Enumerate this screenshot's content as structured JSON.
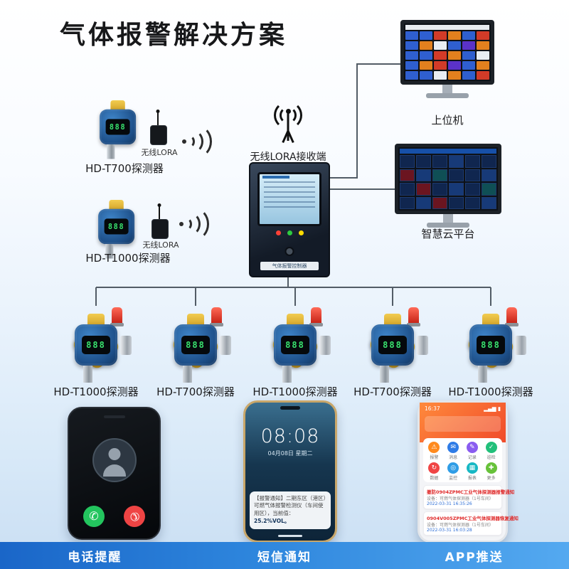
{
  "title": "气体报警解决方案",
  "monitors": {
    "host": "上位机",
    "cloud": "智慧云平台"
  },
  "receiver_label": "无线LORA接收端",
  "detector_display": "888",
  "cabinet_plate": "气体报警控制器",
  "left_detectors": [
    {
      "label": "HD-T700探测器",
      "lora": "无线LORA"
    },
    {
      "label": "HD-T1000探测器",
      "lora": "无线LORA"
    }
  ],
  "bottom_detectors": [
    {
      "label": "HD-T1000探测器"
    },
    {
      "label": "HD-T700探测器"
    },
    {
      "label": "HD-T1000探测器"
    },
    {
      "label": "HD-T700探测器"
    },
    {
      "label": "HD-T1000探测器"
    }
  ],
  "phones": {
    "sms": {
      "time": "08:08",
      "date": "04月08日 星期二",
      "message": "【报警通知】二期东区（港区）可燃气体报警检测仪（车间使用区），当前值：",
      "value": "25.2%VOL。"
    },
    "app": {
      "time": "16:37",
      "status_icons": "▂▄▆ ▮",
      "icons": [
        {
          "glyph": "⚠",
          "label": "报警"
        },
        {
          "glyph": "✉",
          "label": "消息"
        },
        {
          "glyph": "✎",
          "label": "记录"
        },
        {
          "glyph": "✓",
          "label": "巡检"
        },
        {
          "glyph": "↻",
          "label": "数据"
        },
        {
          "glyph": "◎",
          "label": "监控"
        },
        {
          "glyph": "▦",
          "label": "报表"
        },
        {
          "glyph": "✚",
          "label": "更多"
        }
      ],
      "notices": [
        {
          "title": "撤防0904ZPMC工业气体探测器报警通知",
          "sub": "设备：可燃气体探测器（1号车间）",
          "time": "2022-03-31 16:35:26"
        },
        {
          "title": "0904V005ZPMC工业气体探测器恢复通知",
          "sub": "设备：可燃气体探测器（1号车间）",
          "time": "2022-03-31 16:03:28"
        }
      ]
    }
  },
  "icons": {
    "phone_glyph": "✆"
  },
  "footer": {
    "items": [
      "电话提醒",
      "短信通知",
      "APP推送"
    ]
  }
}
